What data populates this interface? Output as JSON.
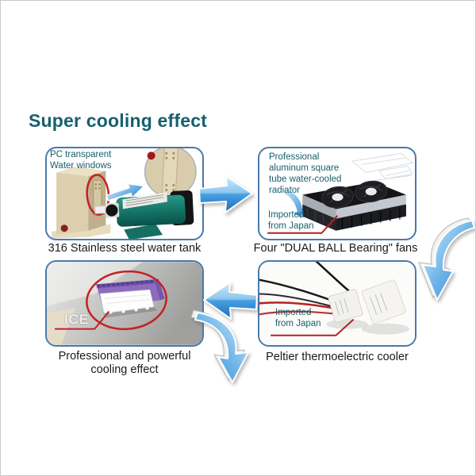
{
  "title": "Super cooling effect",
  "panels": {
    "water_tank": {
      "note": "PC transparent\nWater windows",
      "caption": "316 Stainless steel water tank"
    },
    "radiator": {
      "note": "Professional\naluminum square\ntube water-cooled\nradiator",
      "imported_label": "Imported\nfrom Japan",
      "caption": "Four \"DUAL BALL Bearing\" fans"
    },
    "peltier": {
      "imported_label": "Imported\nfrom Japan",
      "caption": "Peltier thermoelectric cooler"
    },
    "cooling_effect": {
      "ice_label": "ICE",
      "caption": "Professional and powerful\ncooling effect"
    }
  },
  "icons": {
    "flow_top": "arrow-right-3d-icon",
    "flow_right_side": "arrow-swoosh-down-icon",
    "flow_bottom": "arrow-left-3d-icon",
    "flow_mid": "arrow-swoosh-down-icon",
    "tank_zoom": "magnified-window-inset-icon",
    "pointer_small": "small-blue-arrow-icon"
  },
  "colors": {
    "title_teal": "#175f6d",
    "panel_border": "#4a79ab",
    "annotation_red": "#c32222",
    "arrow_blue": "#2f86d6",
    "caption_text": "#1b1b1b",
    "pump_teal": "#147568",
    "ice_purple": "#8d6cc0"
  }
}
